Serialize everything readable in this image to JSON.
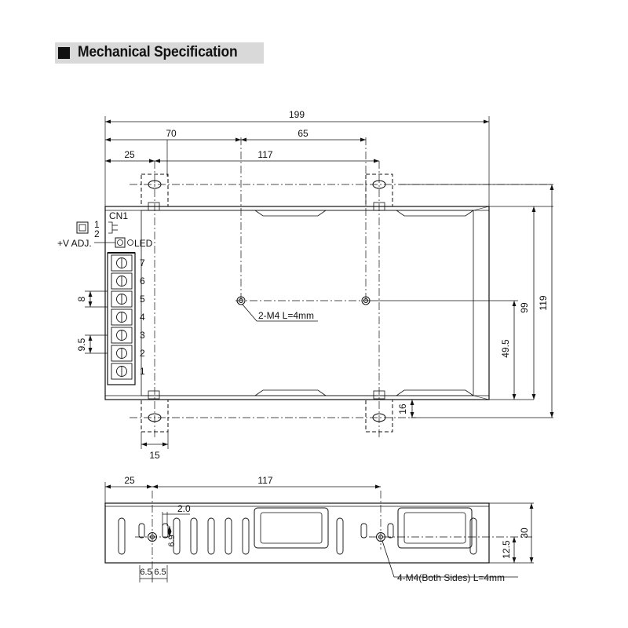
{
  "header": {
    "title": "Mechanical Specification"
  },
  "top_view": {
    "dims": {
      "overall_length": "199",
      "d70": "70",
      "d65": "65",
      "d25": "25",
      "d117": "117",
      "d15": "15",
      "d16": "16",
      "d99": "99",
      "d119": "119",
      "d49_5": "49.5",
      "d8": "8",
      "d9_5": "9.5"
    },
    "cn1_label": "CN1",
    "cn1_pins": [
      "1",
      "2"
    ],
    "vadj_label": "+V ADJ.",
    "led_label": "LED",
    "terminal_numbers": [
      "7",
      "6",
      "5",
      "4",
      "3",
      "2",
      "1"
    ],
    "hole_note": "2-M4 L=4mm"
  },
  "side_view": {
    "dims": {
      "d25": "25",
      "d117": "117",
      "d2_0": "2.0",
      "d6_9": "6.9",
      "d6_5a": "6.5",
      "d6_5b": "6.5",
      "d30": "30",
      "d12_5": "12.5"
    },
    "hole_note": "4-M4(Both Sides) L=4mm"
  }
}
